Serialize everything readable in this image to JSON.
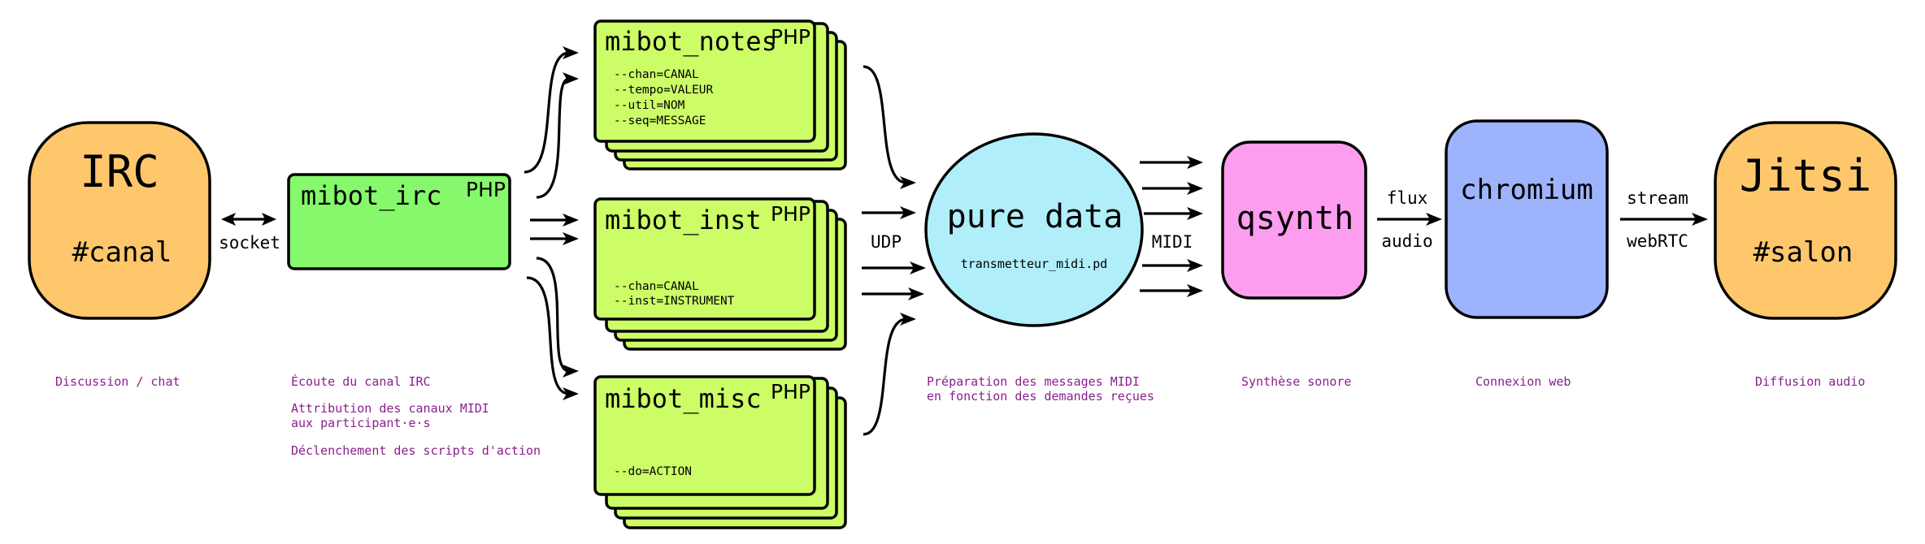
{
  "colors": {
    "irc": "#ffc76b",
    "mibot_irc": "#85f86b",
    "bots": "#ccfc66",
    "pure_data": "#b0eefa",
    "qsynth": "#fd9df0",
    "chromium": "#9db3fb",
    "jitsi": "#ffc76b",
    "description": "#8b1e8e"
  },
  "nodes": {
    "irc": {
      "title": "IRC",
      "subtitle": "#canal"
    },
    "mibot_irc": {
      "title": "mibot_irc",
      "tag": "PHP"
    },
    "mibot_notes": {
      "title": "mibot_notes",
      "tag": "PHP",
      "params": [
        "--chan=CANAL",
        "--tempo=VALEUR",
        "--util=NOM",
        "--seq=MESSAGE"
      ]
    },
    "mibot_inst": {
      "title": "mibot_inst",
      "tag": "PHP",
      "params": [
        "--chan=CANAL",
        "--inst=INSTRUMENT"
      ]
    },
    "mibot_misc": {
      "title": "mibot_misc",
      "tag": "PHP",
      "params": [
        "--do=ACTION"
      ]
    },
    "pure_data": {
      "title": "pure data",
      "file": "transmetteur_midi.pd"
    },
    "qsynth": {
      "title": "qsynth"
    },
    "chromium": {
      "title": "chromium"
    },
    "jitsi": {
      "title": "Jitsi",
      "subtitle": "#salon"
    }
  },
  "edges": {
    "socket": "socket",
    "udp": "UDP",
    "midi": "MIDI",
    "flux_line1": "flux",
    "flux_line2": "audio",
    "stream_line1": "stream",
    "stream_line2": "webRTC"
  },
  "descriptions": {
    "irc": "Discussion / chat",
    "mibot_irc": [
      "Écoute du canal IRC",
      "Attribution des canaux MIDI",
      "aux participant·e·s",
      "Déclenchement des scripts d'action"
    ],
    "pure_data": [
      "Préparation des messages MIDI",
      "en fonction des demandes reçues"
    ],
    "qsynth": "Synthèse sonore",
    "chromium": "Connexion web",
    "jitsi": "Diffusion audio"
  }
}
